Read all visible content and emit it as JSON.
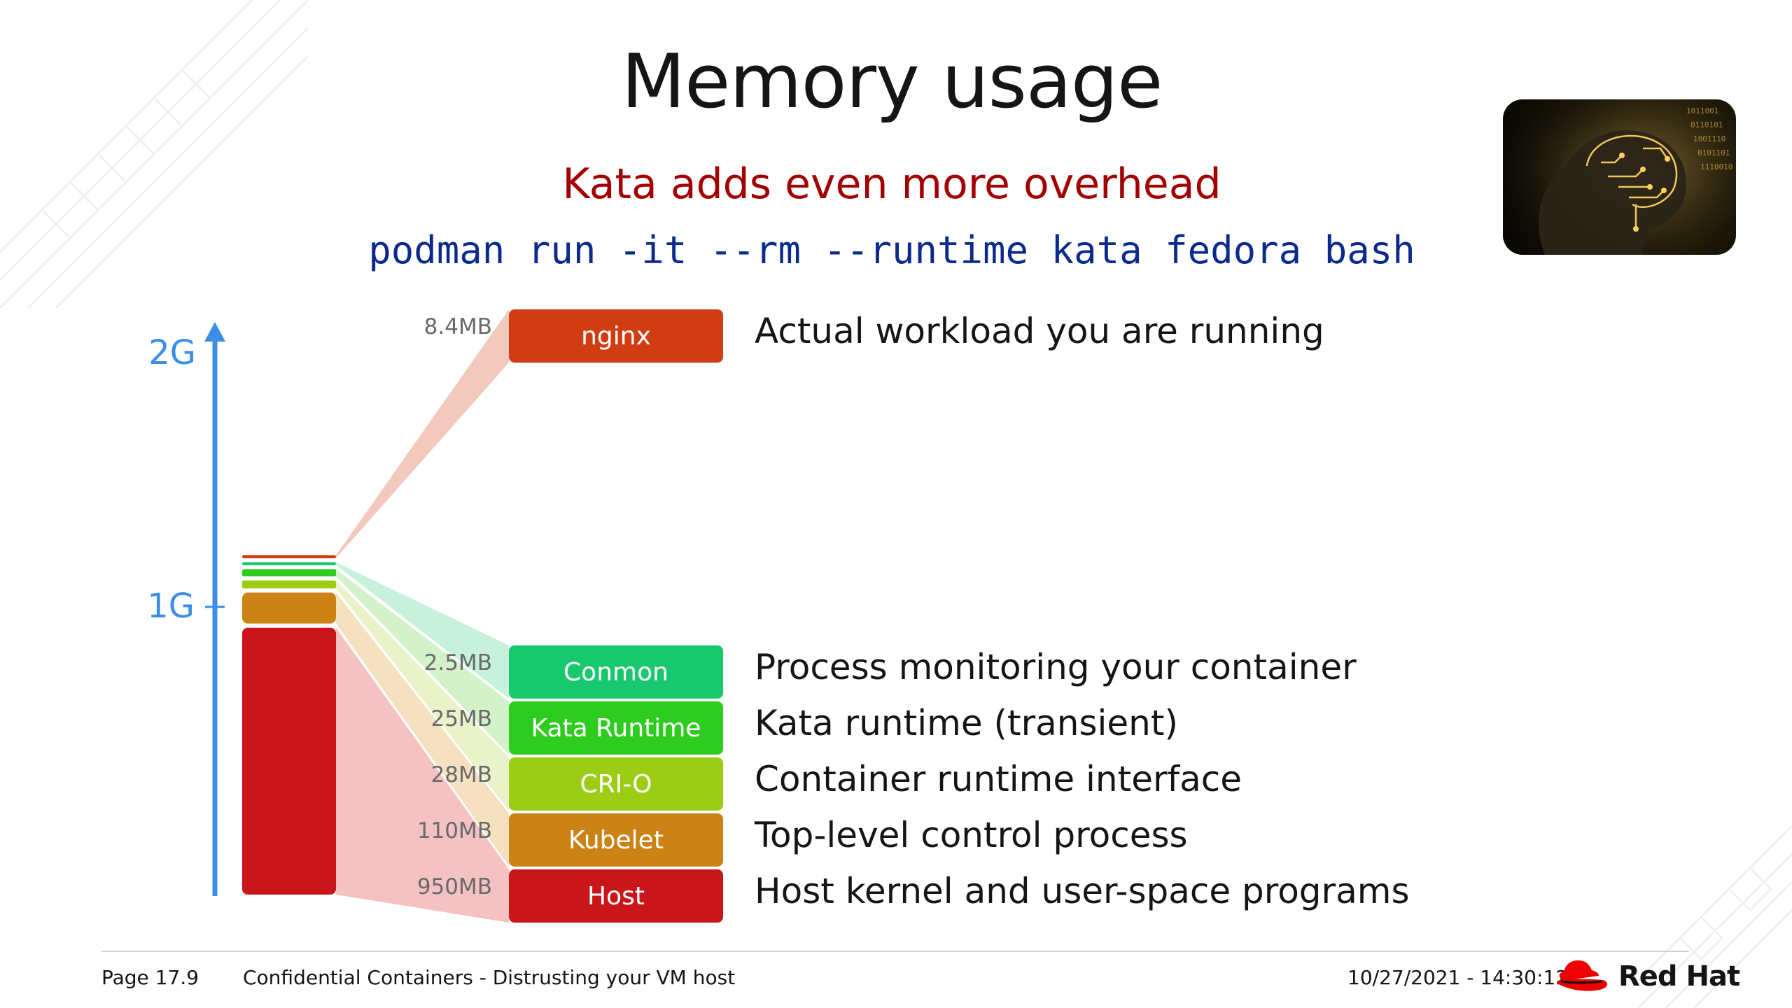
{
  "slide": {
    "title": "Memory usage",
    "subtitle": "Kata adds even more overhead",
    "command": "podman run -it --rm --runtime kata fedora bash"
  },
  "thumbnail": {
    "icon": "ai-brain-circuit-image"
  },
  "chart_data": {
    "type": "bar",
    "axis_labels": [
      "2G",
      "1G"
    ],
    "stack_segments": [
      {
        "name": "Host",
        "value_mb": 950,
        "color": "#c9161b"
      },
      {
        "name": "Kubelet",
        "value_mb": 110,
        "color": "#cc8315"
      },
      {
        "name": "CRI-O",
        "value_mb": 28,
        "color": "#9ccc14"
      },
      {
        "name": "Kata Runtime",
        "value_mb": 25,
        "color": "#2ecc1f"
      },
      {
        "name": "Conmon",
        "value_mb": 2.5,
        "color": "#18c86f"
      },
      {
        "name": "nginx",
        "value_mb": 8.4,
        "color": "#d03d13"
      }
    ],
    "components": [
      {
        "name": "nginx",
        "size": "8.4MB",
        "description": "Actual workload you are running",
        "color": "#d03d13",
        "fan_color": "#f0c0b0"
      },
      {
        "name": "Conmon",
        "size": "2.5MB",
        "description": "Process monitoring your container",
        "color": "#18c86f",
        "fan_color": "#bdeed3"
      },
      {
        "name": "Kata Runtime",
        "size": "25MB",
        "description": "Kata runtime (transient)",
        "color": "#2ecc1f",
        "fan_color": "#ccf0c0"
      },
      {
        "name": "CRI-O",
        "size": "28MB",
        "description": "Container runtime interface",
        "color": "#9ccc14",
        "fan_color": "#e6f0bf"
      },
      {
        "name": "Kubelet",
        "size": "110MB",
        "description": "Top-level control process",
        "color": "#cc8315",
        "fan_color": "#f3dcb4"
      },
      {
        "name": "Host",
        "size": "950MB",
        "description": "Host kernel and user-space programs",
        "color": "#c9161b",
        "fan_color": "#f2b7b8"
      }
    ]
  },
  "footer": {
    "page": "Page 17.9",
    "presentation_title": "Confidential Containers - Distrusting your VM host",
    "timestamp": "10/27/2021 - 14:30:12",
    "brand": "Red Hat",
    "brand_icon": "red-hat-fedora-logo"
  }
}
